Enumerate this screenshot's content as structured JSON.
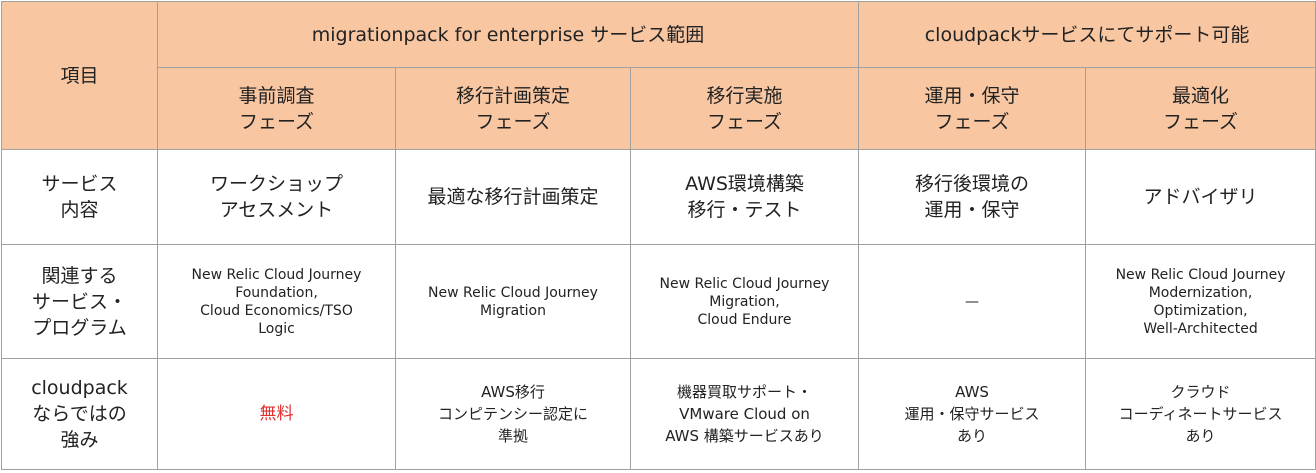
{
  "header": {
    "item_label": "項目",
    "group_scope": "migrationpack for enterprise サービス範囲",
    "group_support": "cloudpackサービスにてサポート可能",
    "phases": [
      "事前調査\nフェーズ",
      "移行計画策定\nフェーズ",
      "移行実施\nフェーズ",
      "運用・保守\nフェーズ",
      "最適化\nフェーズ"
    ]
  },
  "rows": {
    "service": {
      "label": "サービス\n内容",
      "cells": [
        "ワークショップ\nアセスメント",
        "最適な移行計画策定",
        "AWS環境構築\n移行・テスト",
        "移行後環境の\n運用・保守",
        "アドバイザリ"
      ]
    },
    "programs": {
      "label": "関連する\nサービス・\nプログラム",
      "cells": [
        "New Relic Cloud Journey\nFoundation,\nCloud Economics/TSO\nLogic",
        "New Relic Cloud Journey\nMigration",
        "New Relic Cloud Journey\nMigration,\nCloud Endure",
        "—",
        "New Relic Cloud Journey\nModernization,\nOptimization,\nWell-Architected"
      ]
    },
    "strength": {
      "label": "cloudpack\nならではの\n強み",
      "cells": [
        "無料",
        "AWS移行\nコンピテンシー認定に\n準拠",
        "機器買取サポート・\nVMware Cloud on\nAWS 構築サービスあり",
        "AWS\n運用・保守サービス\nあり",
        "クラウド\nコーディネートサービス\nあり"
      ]
    }
  },
  "colors": {
    "header_bg": "#f8c7a2",
    "border": "#a0a0a0",
    "free_text": "#e03030"
  }
}
